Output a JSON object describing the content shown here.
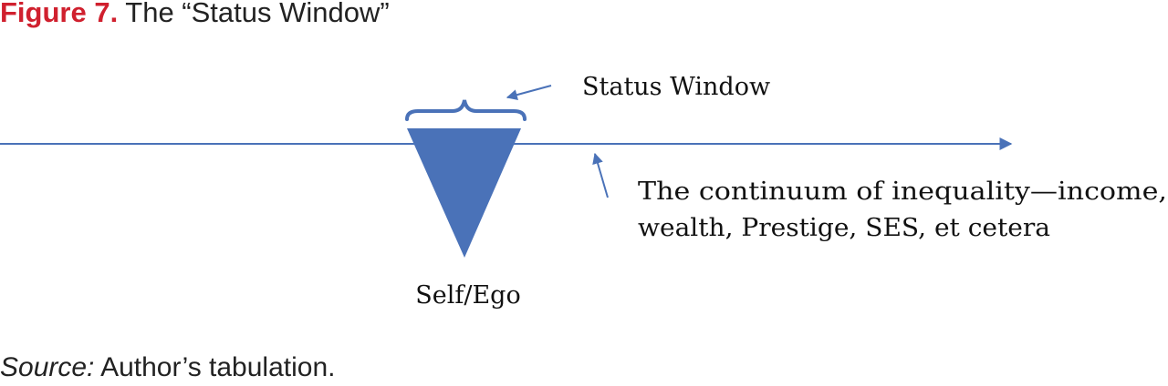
{
  "figure": {
    "label": "Figure 7.",
    "title": "The “Status Window”"
  },
  "diagram": {
    "window_label": "Status Window",
    "continuum_line1": "The continuum of inequality—income,",
    "continuum_line2": "wealth, Prestige, SES, et cetera",
    "self_label": "Self/Ego"
  },
  "source": {
    "label": "Source:",
    "text": " Author’s tabulation."
  },
  "colors": {
    "accent_red": "#d0202e",
    "diagram_blue": "#4a72b8"
  }
}
